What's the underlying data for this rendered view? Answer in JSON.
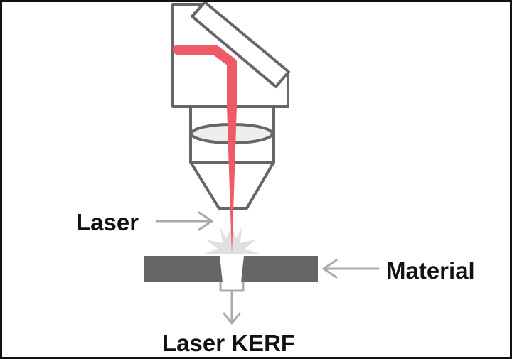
{
  "labels": {
    "laser": "Laser",
    "material": "Material",
    "kerf": "Laser KERF"
  },
  "colors": {
    "beam": "#ee5a66",
    "outline": "#666666",
    "material": "#666666",
    "arrow": "#aaaaaa",
    "spark": "#dddddd"
  }
}
